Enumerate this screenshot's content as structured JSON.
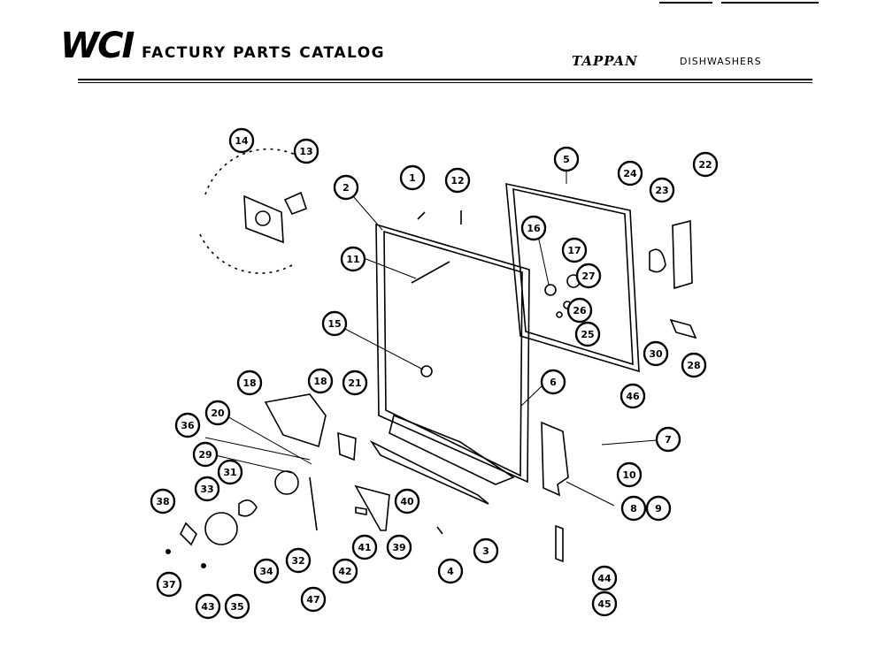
{
  "header": {
    "brand": "WCI",
    "title": "FACTURY PARTS CATALOG",
    "manufacturer": "TAPPAN",
    "product": "DISHWASHERS"
  },
  "callouts": [
    {
      "id": "callout-14",
      "label": "14"
    },
    {
      "id": "callout-13",
      "label": "13"
    },
    {
      "id": "callout-2",
      "label": "2"
    },
    {
      "id": "callout-1",
      "label": "1"
    },
    {
      "id": "callout-12",
      "label": "12"
    },
    {
      "id": "callout-5",
      "label": "5"
    },
    {
      "id": "callout-24",
      "label": "24"
    },
    {
      "id": "callout-22",
      "label": "22"
    },
    {
      "id": "callout-23",
      "label": "23"
    },
    {
      "id": "callout-16",
      "label": "16"
    },
    {
      "id": "callout-17",
      "label": "17"
    },
    {
      "id": "callout-27",
      "label": "27"
    },
    {
      "id": "callout-26",
      "label": "26"
    },
    {
      "id": "callout-25",
      "label": "25"
    },
    {
      "id": "callout-11",
      "label": "11"
    },
    {
      "id": "callout-15",
      "label": "15"
    },
    {
      "id": "callout-30",
      "label": "30"
    },
    {
      "id": "callout-28",
      "label": "28"
    },
    {
      "id": "callout-18a",
      "label": "18"
    },
    {
      "id": "callout-18b",
      "label": "18"
    },
    {
      "id": "callout-21",
      "label": "21"
    },
    {
      "id": "callout-6",
      "label": "6"
    },
    {
      "id": "callout-46",
      "label": "46"
    },
    {
      "id": "callout-20",
      "label": "20"
    },
    {
      "id": "callout-36",
      "label": "36"
    },
    {
      "id": "callout-7",
      "label": "7"
    },
    {
      "id": "callout-29",
      "label": "29"
    },
    {
      "id": "callout-31",
      "label": "31"
    },
    {
      "id": "callout-10",
      "label": "10"
    },
    {
      "id": "callout-33",
      "label": "33"
    },
    {
      "id": "callout-40",
      "label": "40"
    },
    {
      "id": "callout-8",
      "label": "8"
    },
    {
      "id": "callout-9",
      "label": "9"
    },
    {
      "id": "callout-38",
      "label": "38"
    },
    {
      "id": "callout-41",
      "label": "41"
    },
    {
      "id": "callout-39",
      "label": "39"
    },
    {
      "id": "callout-3",
      "label": "3"
    },
    {
      "id": "callout-32",
      "label": "32"
    },
    {
      "id": "callout-34",
      "label": "34"
    },
    {
      "id": "callout-42",
      "label": "42"
    },
    {
      "id": "callout-4",
      "label": "4"
    },
    {
      "id": "callout-44",
      "label": "44"
    },
    {
      "id": "callout-37",
      "label": "37"
    },
    {
      "id": "callout-45",
      "label": "45"
    },
    {
      "id": "callout-43",
      "label": "43"
    },
    {
      "id": "callout-35",
      "label": "35"
    },
    {
      "id": "callout-47",
      "label": "47"
    }
  ]
}
